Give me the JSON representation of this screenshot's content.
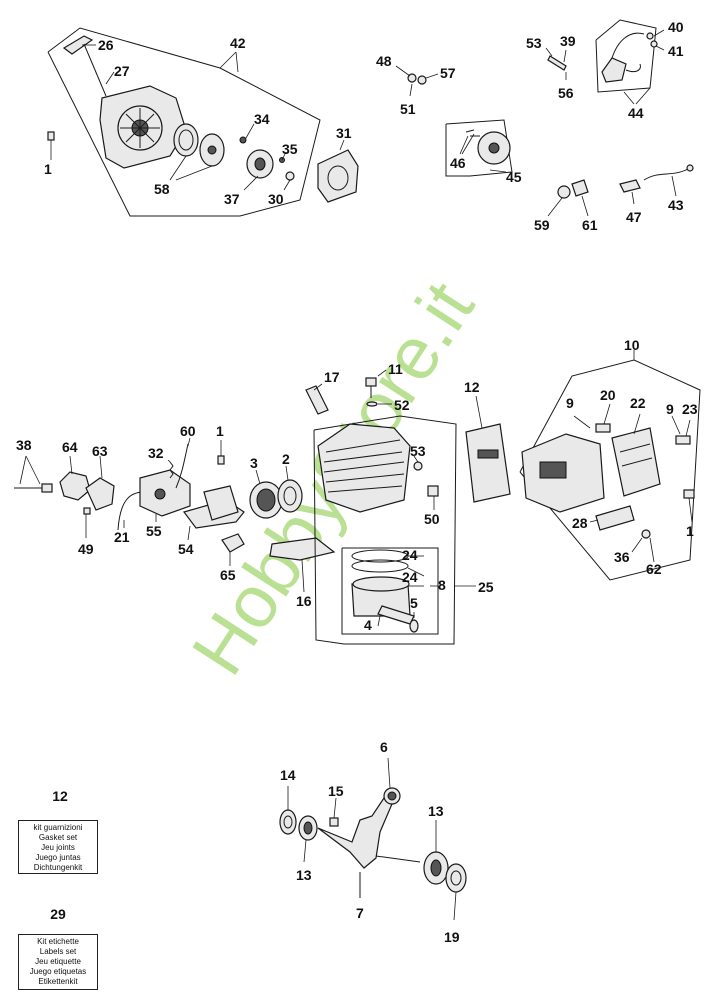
{
  "watermark": "HobbyStore.it",
  "callouts": {
    "n1a": "1",
    "n26": "26",
    "n27": "27",
    "n42": "42",
    "n58": "58",
    "n34": "34",
    "n35": "35",
    "n37": "37",
    "n30": "30",
    "n31": "31",
    "n48": "48",
    "n57": "57",
    "n51": "51",
    "n53": "53",
    "n39": "39",
    "n56": "56",
    "n40": "40",
    "n41": "41",
    "n44": "44",
    "n46": "46",
    "n45": "45",
    "n59": "59",
    "n61": "61",
    "n47": "47",
    "n43": "43",
    "n17": "17",
    "n11": "11",
    "n52": "52",
    "n12b": "12",
    "n10": "10",
    "n20": "20",
    "n22": "22",
    "n9a": "9",
    "n9b": "9",
    "n23": "23",
    "n38": "38",
    "n64": "64",
    "n63": "63",
    "n32": "32",
    "n60": "60",
    "n1b": "1",
    "n3": "3",
    "n2": "2",
    "n49": "49",
    "n21": "21",
    "n55": "55",
    "n54": "54",
    "n65": "65",
    "n53b": "53",
    "n50": "50",
    "n28": "28",
    "n36": "36",
    "n62": "62",
    "n1c": "1",
    "n16": "16",
    "n24a": "24",
    "n24b": "24",
    "n8": "8",
    "n5": "5",
    "n4": "4",
    "n25": "25",
    "n14": "14",
    "n6": "6",
    "n15": "15",
    "n13a": "13",
    "n13b": "13",
    "n7": "7",
    "n19": "19"
  },
  "kits": [
    {
      "number": "12",
      "lines": [
        "kit guarnizioni",
        "Gasket set",
        "Jeu  joints",
        "Juego juntas",
        "Dichtungenkit"
      ]
    },
    {
      "number": "29",
      "lines": [
        "Kit etichette",
        "Labels set",
        "Jeu etiquette",
        "Juego etiquetas",
        "Etikettenkit"
      ]
    }
  ]
}
